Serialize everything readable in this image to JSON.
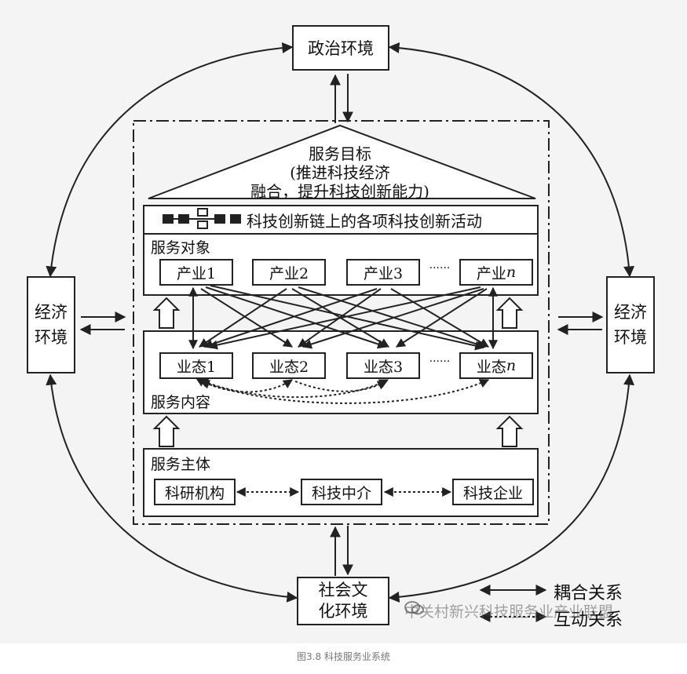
{
  "environments": {
    "political": "政治环境",
    "economic_left_line1": "经济",
    "economic_left_line2": "环境",
    "economic_right_line1": "经济",
    "economic_right_line2": "环境",
    "social_line1": "社会文",
    "social_line2": "化环境"
  },
  "goal": {
    "title": "服务目标",
    "line2": "(推进科技经济",
    "line3": "融合，提升科技创新能力)"
  },
  "innovation_chain": "科技创新链上的各项科技创新活动",
  "service_objects": {
    "title": "服务对象",
    "items": [
      "产业1",
      "产业2",
      "产业3",
      "产业"
    ],
    "nth_suffix": "n",
    "ellipsis": "······"
  },
  "service_content": {
    "title": "服务内容",
    "items": [
      "业态1",
      "业态2",
      "业态3",
      "业态"
    ],
    "nth_suffix": "n",
    "ellipsis": "······"
  },
  "service_subjects": {
    "title": "服务主体",
    "items": [
      "科研机构",
      "科技中介",
      "科技企业"
    ]
  },
  "legend": {
    "coupling": "耦合关系",
    "interaction": "互动关系"
  },
  "watermark": "中关村新兴科技服务业产业联盟",
  "caption": "图3.8 科技服务业系统",
  "colors": {
    "line": "#222222",
    "background": "#f4f4f4"
  }
}
